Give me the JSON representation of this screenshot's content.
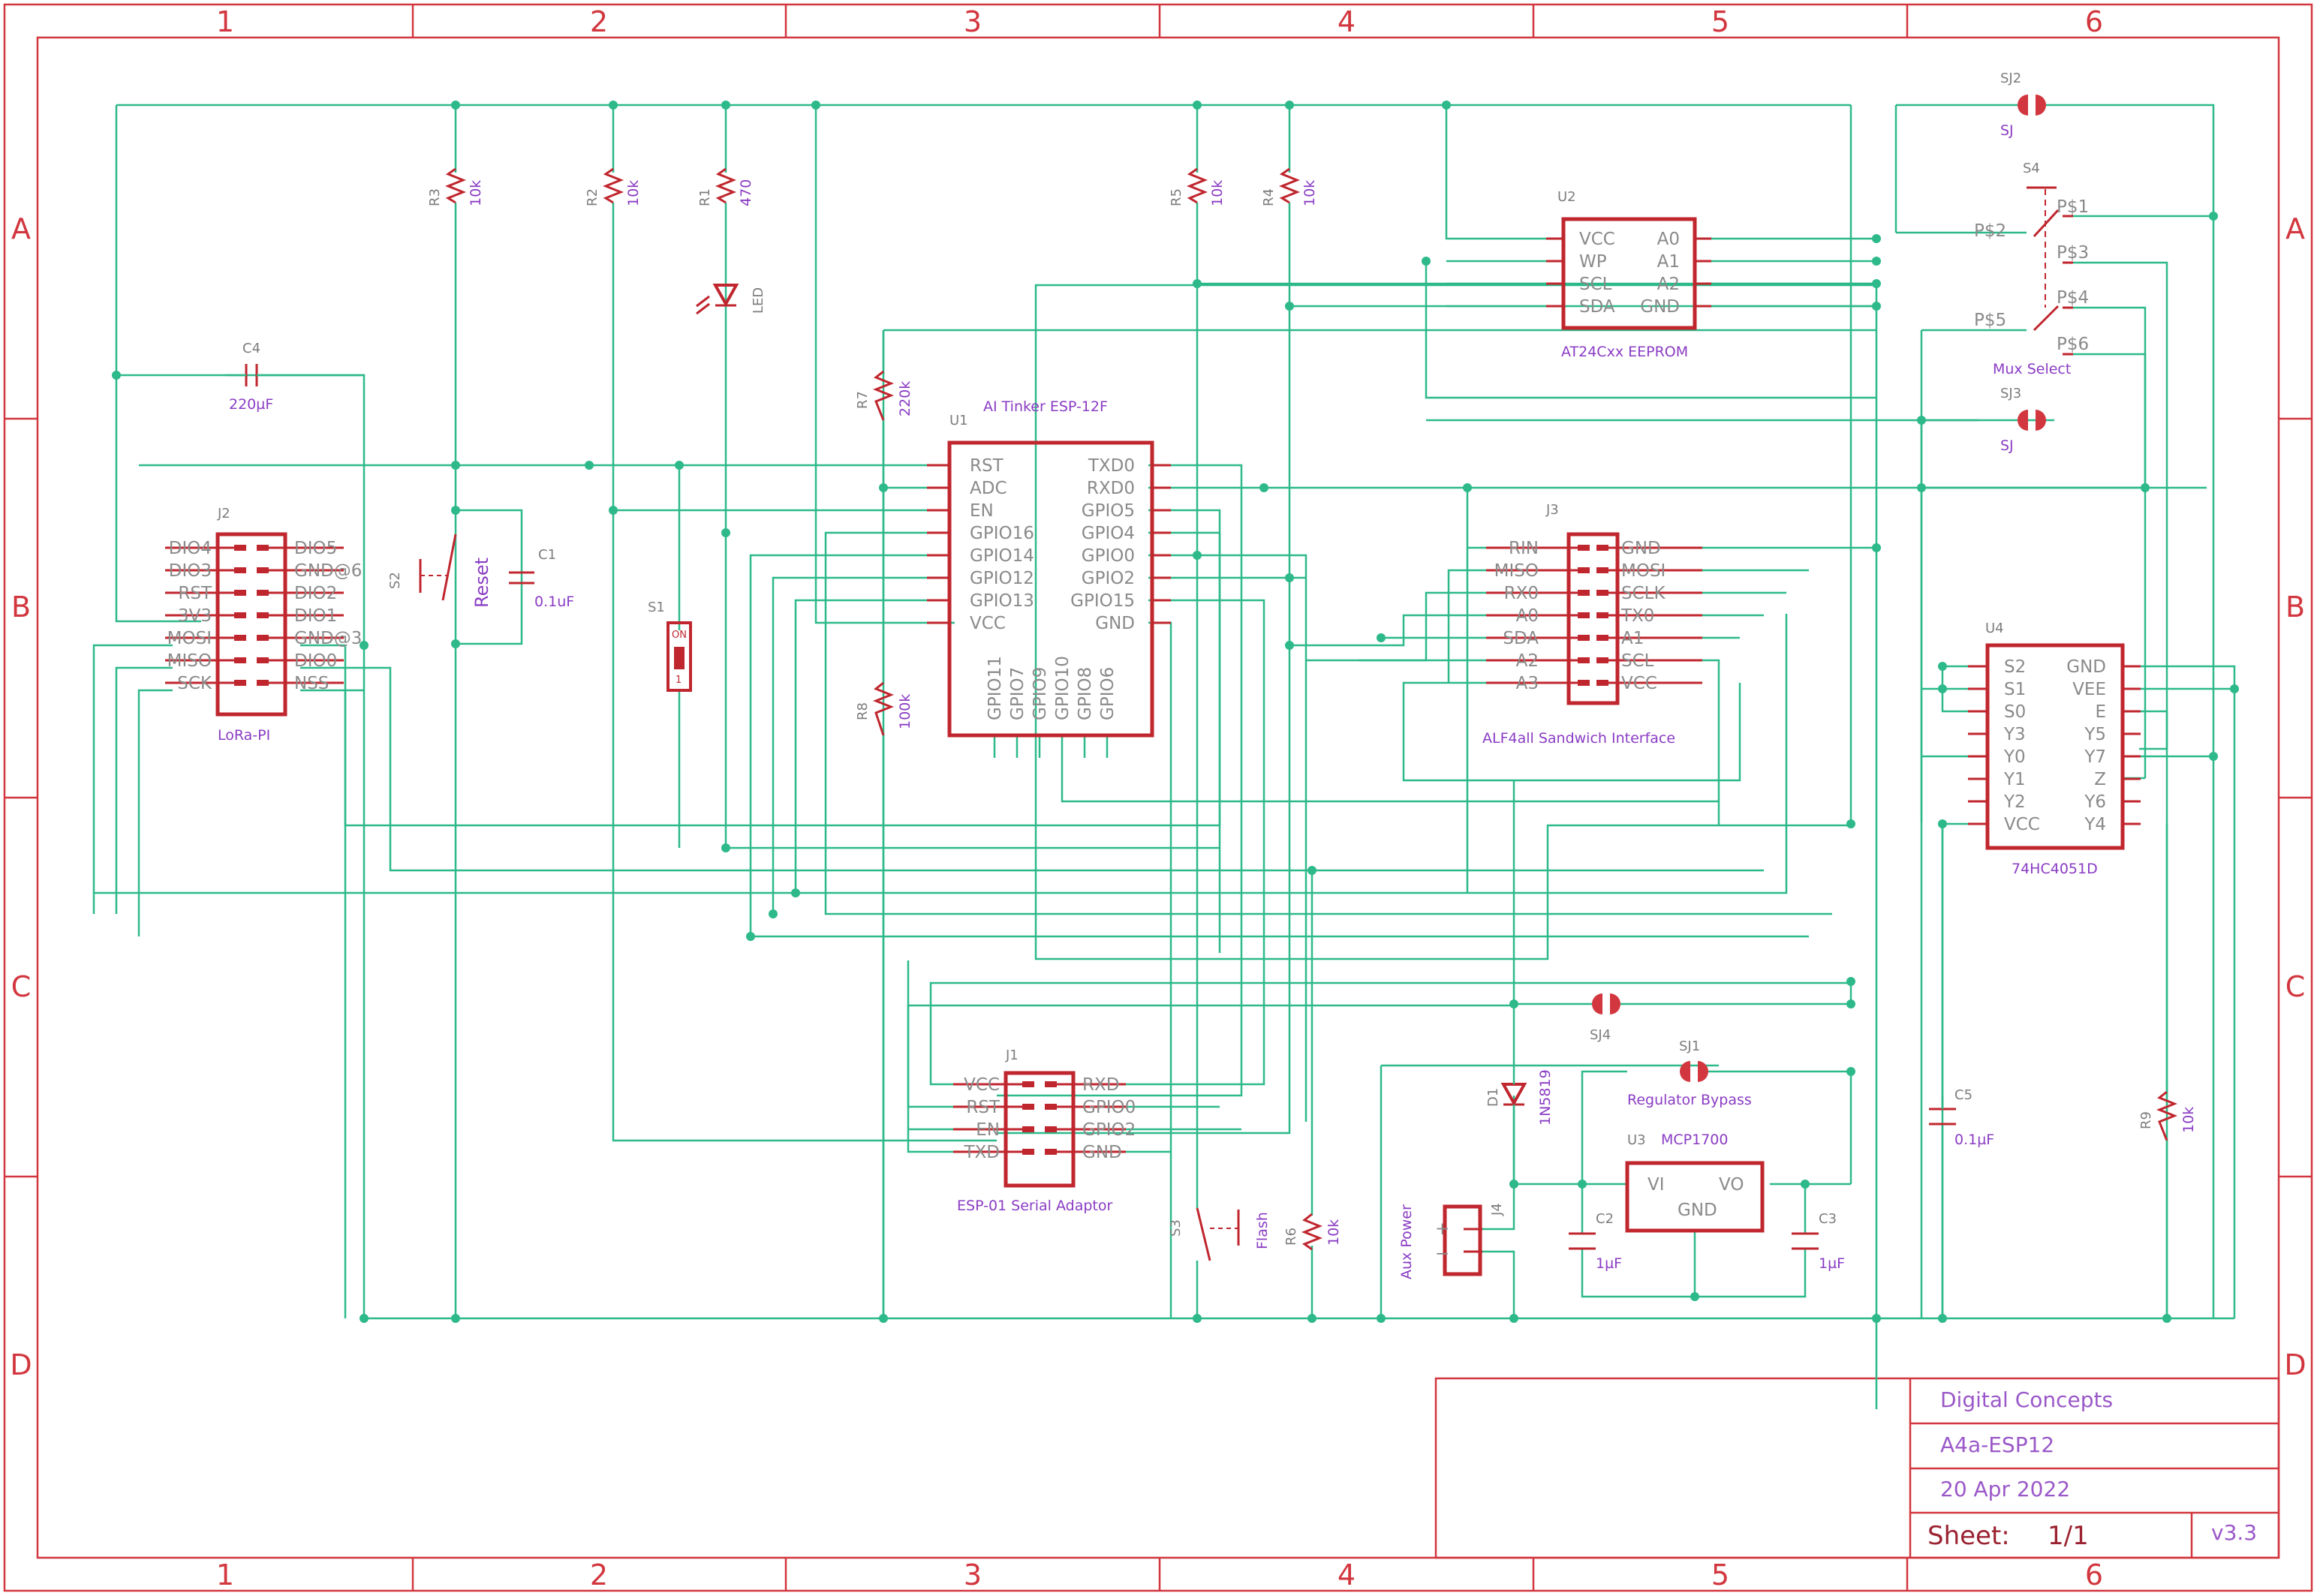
{
  "frame": {
    "columns": [
      "1",
      "2",
      "3",
      "4",
      "5",
      "6"
    ],
    "rows": [
      "A",
      "B",
      "C",
      "D"
    ]
  },
  "title_block": {
    "company": "Digital Concepts",
    "project": "A4a-ESP12",
    "date": "20 Apr 2022",
    "sheet_label": "Sheet:",
    "sheet_value": "1/1",
    "version": "v3.3"
  },
  "components": {
    "u1": {
      "ref": "U1",
      "name": "AI Tinker ESP-12F",
      "left_pins": [
        "RST",
        "ADC",
        "EN",
        "GPIO16",
        "GPIO14",
        "GPIO12",
        "GPIO13",
        "VCC"
      ],
      "right_pins": [
        "TXD0",
        "RXD0",
        "GPIO5",
        "GPIO4",
        "GPIO0",
        "GPIO2",
        "GPIO15",
        "GND"
      ],
      "bottom_pins": [
        "GPIO11",
        "GPIO7",
        "GPIO9",
        "GPIO10",
        "GPIO8",
        "GPIO6"
      ]
    },
    "u2": {
      "ref": "U2",
      "name": "AT24Cxx EEPROM",
      "left_pins": [
        "VCC",
        "WP",
        "SCL",
        "SDA"
      ],
      "right_pins": [
        "A0",
        "A1",
        "A2",
        "GND"
      ]
    },
    "u3": {
      "ref": "U3",
      "name": "MCP1700",
      "pins": [
        "VI",
        "VO",
        "GND"
      ]
    },
    "u4": {
      "ref": "U4",
      "name": "74HC4051D",
      "left_pins": [
        "S2",
        "S1",
        "S0",
        "Y3",
        "Y0",
        "Y1",
        "Y2",
        "VCC"
      ],
      "right_pins": [
        "GND",
        "VEE",
        "E",
        "Y5",
        "Y7",
        "Z",
        "Y6",
        "Y4"
      ]
    },
    "j1": {
      "ref": "J1",
      "name": "ESP-01 Serial Adaptor",
      "left_pins": [
        "VCC",
        "RST",
        "EN",
        "TXD"
      ],
      "right_pins": [
        "RXD",
        "GPIO0",
        "GPIO2",
        "GND"
      ]
    },
    "j2": {
      "ref": "J2",
      "name": "LoRa-PI",
      "left_pins": [
        "DIO4",
        "DIO3",
        "RST",
        "3V3",
        "MOSI",
        "MISO",
        "SCK"
      ],
      "right_pins": [
        "DIO5",
        "GND@6",
        "DIO2",
        "DIO1",
        "GND@3",
        "DIO0",
        "NSS"
      ]
    },
    "j3": {
      "ref": "J3",
      "name": "ALF4all Sandwich Interface",
      "left_pins": [
        "RIN",
        "MISO",
        "RX0",
        "A0",
        "SDA",
        "A2",
        "A3"
      ],
      "right_pins": [
        "GND",
        "MOSI",
        "SCLK",
        "TX0",
        "A1",
        "SCL",
        "VCC"
      ]
    },
    "j4": {
      "ref": "J4",
      "name": "Aux Power",
      "plus": "+",
      "minus": "−"
    },
    "r1": {
      "ref": "R1",
      "value": "470"
    },
    "r2": {
      "ref": "R2",
      "value": "10k"
    },
    "r3": {
      "ref": "R3",
      "value": "10k"
    },
    "r4": {
      "ref": "R4",
      "value": "10k"
    },
    "r5": {
      "ref": "R5",
      "value": "10k"
    },
    "r6": {
      "ref": "R6",
      "value": "10k"
    },
    "r7": {
      "ref": "R7",
      "value": "220k"
    },
    "r8": {
      "ref": "R8",
      "value": "100k"
    },
    "r9": {
      "ref": "R9",
      "value": "10k"
    },
    "c1": {
      "ref": "C1",
      "value": "0.1uF"
    },
    "c2": {
      "ref": "C2",
      "value": "1µF"
    },
    "c3": {
      "ref": "C3",
      "value": "1µF"
    },
    "c4": {
      "ref": "C4",
      "value": "220µF"
    },
    "c5": {
      "ref": "C5",
      "value": "0.1µF"
    },
    "d1": {
      "ref": "D1",
      "value": "1N5819"
    },
    "led": {
      "value": "LED"
    },
    "s1": {
      "ref": "S1",
      "on": "ON",
      "num": "1"
    },
    "s2": {
      "ref": "S2",
      "value": "Reset"
    },
    "s3": {
      "ref": "S3",
      "value": "Flash"
    },
    "s4": {
      "ref": "S4",
      "name": "Mux Select",
      "pins": [
        "P$1",
        "P$2",
        "P$3",
        "P$4",
        "P$5",
        "P$6"
      ]
    },
    "sj1": {
      "ref": "SJ1",
      "name": "Regulator Bypass"
    },
    "sj2": {
      "ref": "SJ2",
      "value": "SJ"
    },
    "sj3": {
      "ref": "SJ3",
      "value": "SJ"
    },
    "sj4": {
      "ref": "SJ4"
    }
  }
}
